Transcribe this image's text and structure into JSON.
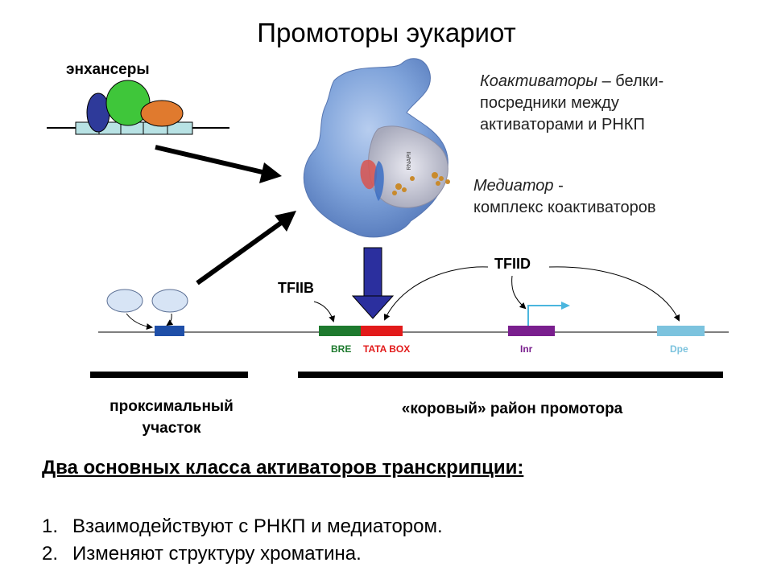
{
  "title": "Промоторы эукариот",
  "enhancers_label": "энхансеры",
  "coactivators": {
    "term": "Коактиваторы",
    "rest": " – белки-",
    "line2": "посредники между",
    "line3": "активаторами и РНКП"
  },
  "mediator": {
    "term": "Медиатор",
    "rest": " -",
    "line2": "комплекс коактиваторов"
  },
  "tfiib": "TFIIB",
  "tfiid": "TFIID",
  "rnap_label": "RNAPII",
  "elements": {
    "bre": "BRE",
    "tata": "TATA BOX",
    "inr": "Inr",
    "dpe": "Dpe"
  },
  "proximal": {
    "line1": "проксимальный",
    "line2": "участок"
  },
  "core": "«коровый» район промотора",
  "classes": {
    "heading": "Два основных класса активаторов транскрипции:",
    "items": [
      {
        "num": "1.",
        "text": "Взаимодействуют с РНКП и медиатором."
      },
      {
        "num": "2.",
        "text": "Изменяют структуру хроматина."
      }
    ]
  },
  "colors": {
    "bre": "#1e7a2e",
    "tata": "#e21a1a",
    "inr": "#7a1f8e",
    "dpe": "#7cc3de",
    "proximal_box": "#1f4fa8",
    "big_arrow": "#2b2f9e",
    "enhancer_blue": "#2e3a9a",
    "enhancer_green": "#3fc63a",
    "enhancer_orange": "#e07a2e"
  }
}
